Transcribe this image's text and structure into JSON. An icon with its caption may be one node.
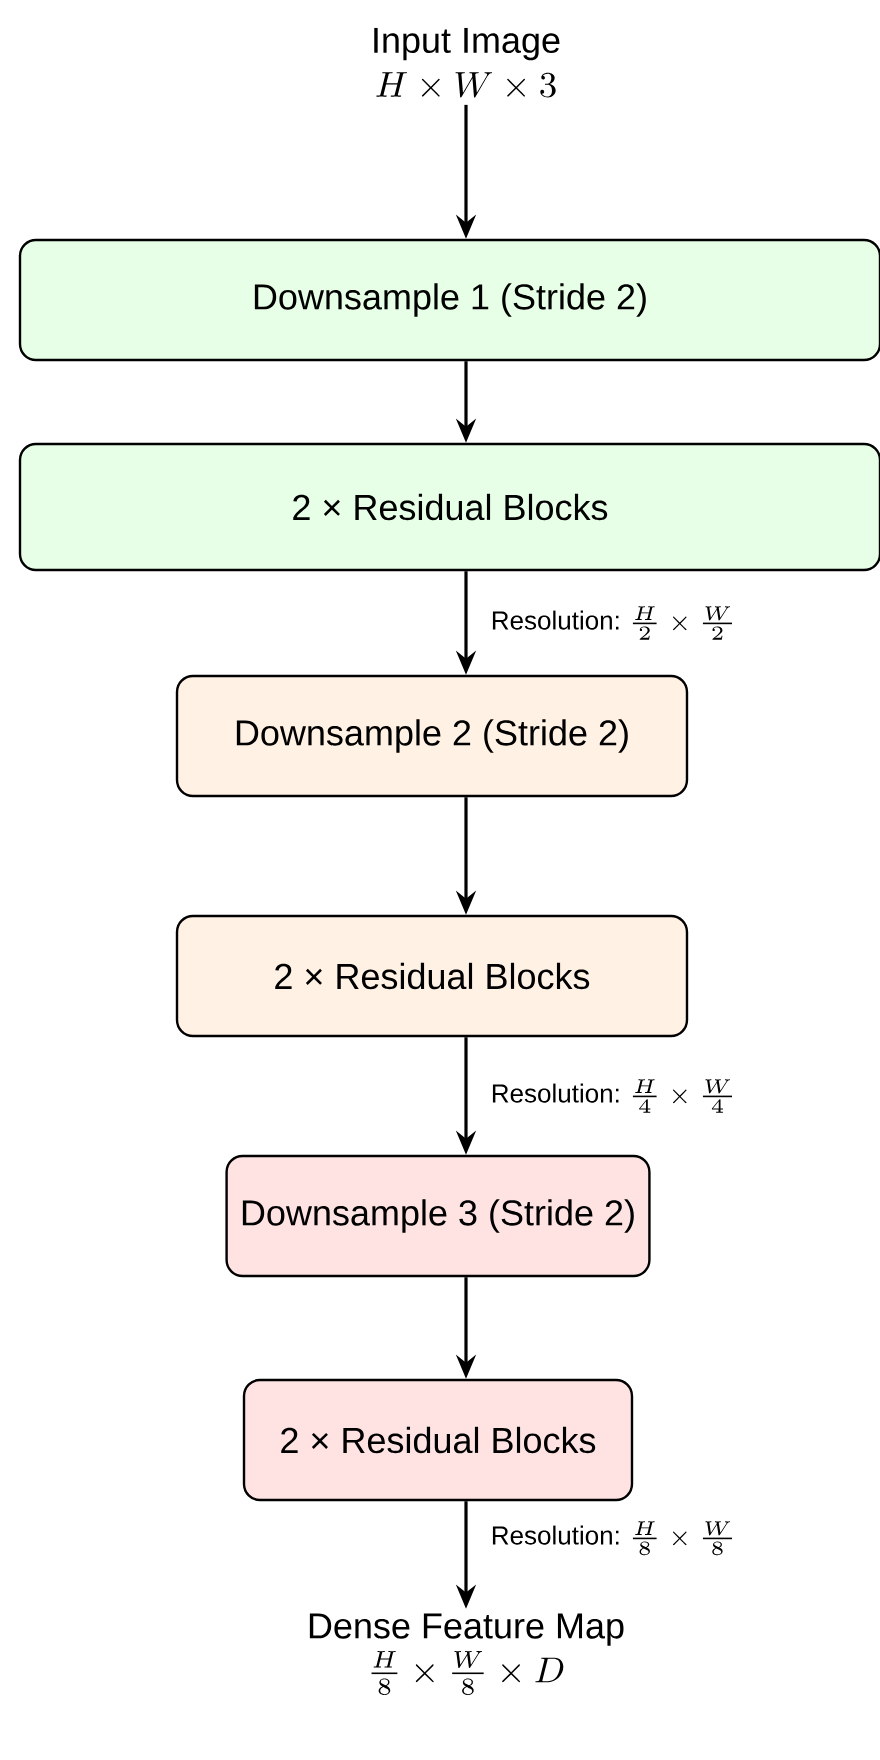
{
  "diagram": {
    "nodes": [
      {
        "text": [
          "Input Image",
          "H \\times W \\times 3"
        ]
      },
      {
        "text": [
          "Downsample 1 (Stride 2)"
        ]
      },
      {
        "text": [
          "2 × Residual Blocks"
        ]
      },
      {
        "text": [
          "Downsample 2 (Stride 2)"
        ]
      },
      {
        "text": [
          "2 × Residual Blocks"
        ]
      },
      {
        "text": [
          "Downsample 3 (Stride 2)"
        ]
      },
      {
        "text": [
          "2 × Residual Blocks"
        ]
      },
      {
        "text": [
          "Dense Feature Map",
          "\\frac{H}{8} \\times \\frac{W}{8} \\times D"
        ]
      }
    ],
    "edges": [
      {
        "from": 0,
        "to": 1,
        "arrow": "to"
      },
      {
        "from": 1,
        "to": 2,
        "arrow": "to"
      },
      {
        "from": 2,
        "to": 3,
        "arrow": "to",
        "label": "\\textrm{Resolution:}\\ \\frac{H}{2} \\times \\frac{W}{2}"
      },
      {
        "from": 3,
        "to": 4,
        "arrow": "to"
      },
      {
        "from": 4,
        "to": 5,
        "arrow": "to",
        "label": "\\textrm{Resolution:}\\ \\frac{H}{4} \\times \\frac{W}{4}"
      },
      {
        "from": 5,
        "to": 6,
        "arrow": "to"
      },
      {
        "from": 6,
        "to": 7,
        "arrow": "to",
        "label": "\\textrm{Resolution:}\\ \\frac{H}{8} \\times \\frac{W}{8}"
      }
    ]
  }
}
